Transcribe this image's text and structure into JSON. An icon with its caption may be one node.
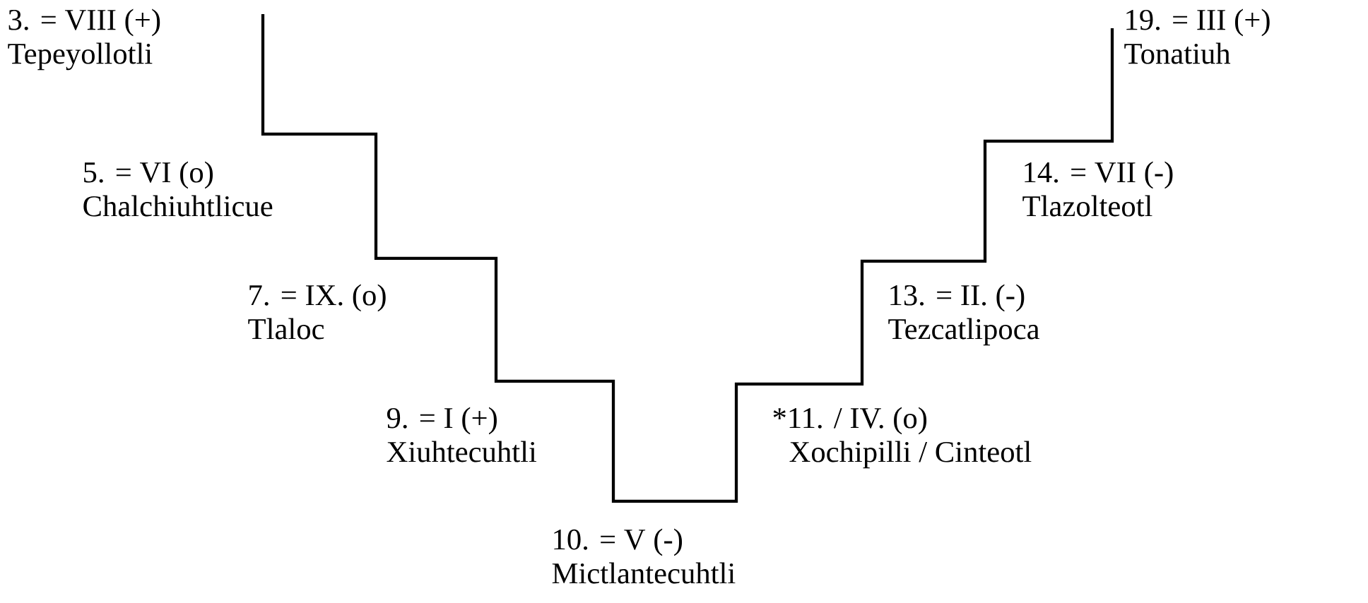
{
  "diagram": {
    "labels": [
      "3. = VIII (+)",
      "Tepeyollotli",
      "5. = VI (o)",
      "Chalchiuhtlicue",
      "7. = IX. (o)",
      "Tlaloc",
      "9. = I (+)",
      "Xiuhtecuhtli",
      "10. = V (-)",
      "Mictlantecuhtli",
      "*11. / IV. (o)",
      "Xochipilli / Cinteotl",
      "13. = II. (-)",
      "Tezcatlipoca",
      "14. = VII (-)",
      "Tlazolteotl",
      "19. = III (+)",
      "Tonatiuh"
    ]
  }
}
